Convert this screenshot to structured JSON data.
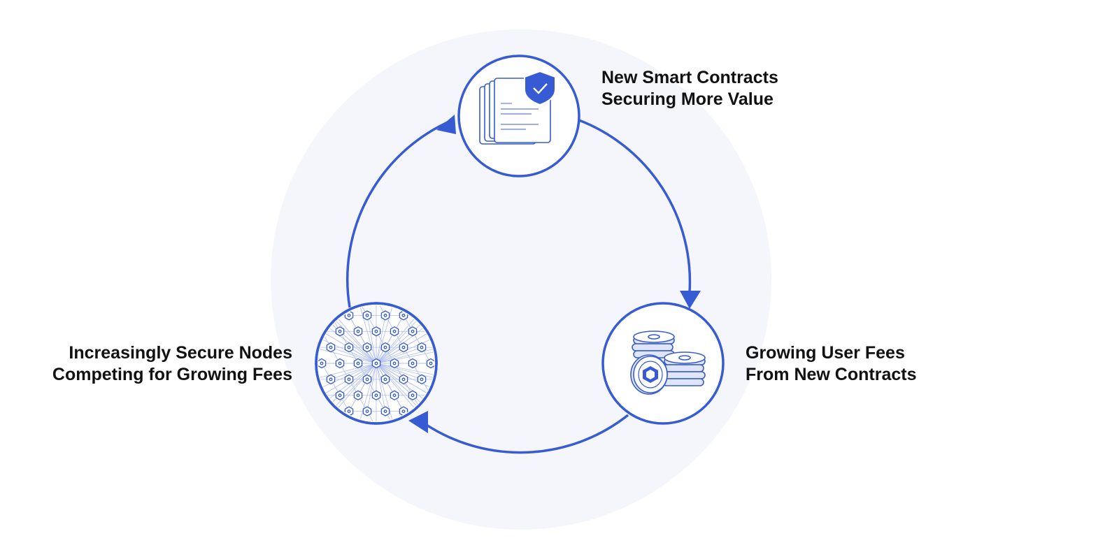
{
  "colors": {
    "accent": "#375bd2",
    "halo": "#f4f6fb",
    "text": "#111111",
    "icon_light": "#dfe6fb"
  },
  "nodes": [
    {
      "id": "contracts",
      "icon": "documents-shield-icon",
      "lines": [
        "New Smart Contracts",
        "Securing More Value"
      ]
    },
    {
      "id": "fees",
      "icon": "coin-stack-icon",
      "lines": [
        "Growing User Fees",
        "From New Contracts"
      ]
    },
    {
      "id": "network",
      "icon": "node-network-icon",
      "lines": [
        "Increasingly Secure Nodes",
        "Competing for Growing Fees"
      ]
    }
  ],
  "flow": [
    "contracts",
    "fees",
    "network",
    "contracts"
  ]
}
